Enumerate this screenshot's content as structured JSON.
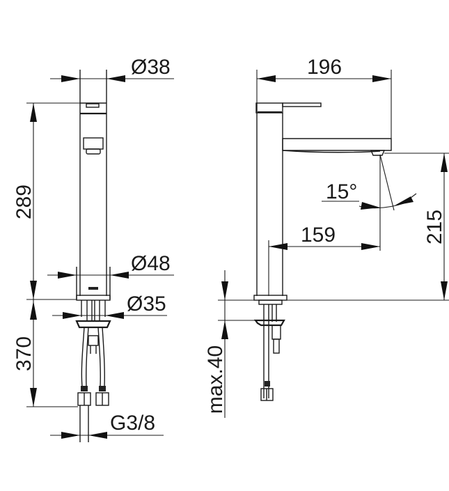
{
  "title": "Faucet technical dimension drawing",
  "front_view": {
    "dimensions": {
      "spout_diameter": "Ø38",
      "body_height": "289",
      "base_diameter": "Ø48",
      "shank_diameter": "Ø35",
      "hose_length": "370",
      "connection_thread": "G3/8"
    }
  },
  "side_view": {
    "dimensions": {
      "overall_depth": "196",
      "spout_angle": "15°",
      "spout_reach": "159",
      "spout_height": "215",
      "max_counter_thickness": "max.40"
    }
  },
  "colors": {
    "line": "#1a1a1a",
    "background": "#ffffff"
  }
}
